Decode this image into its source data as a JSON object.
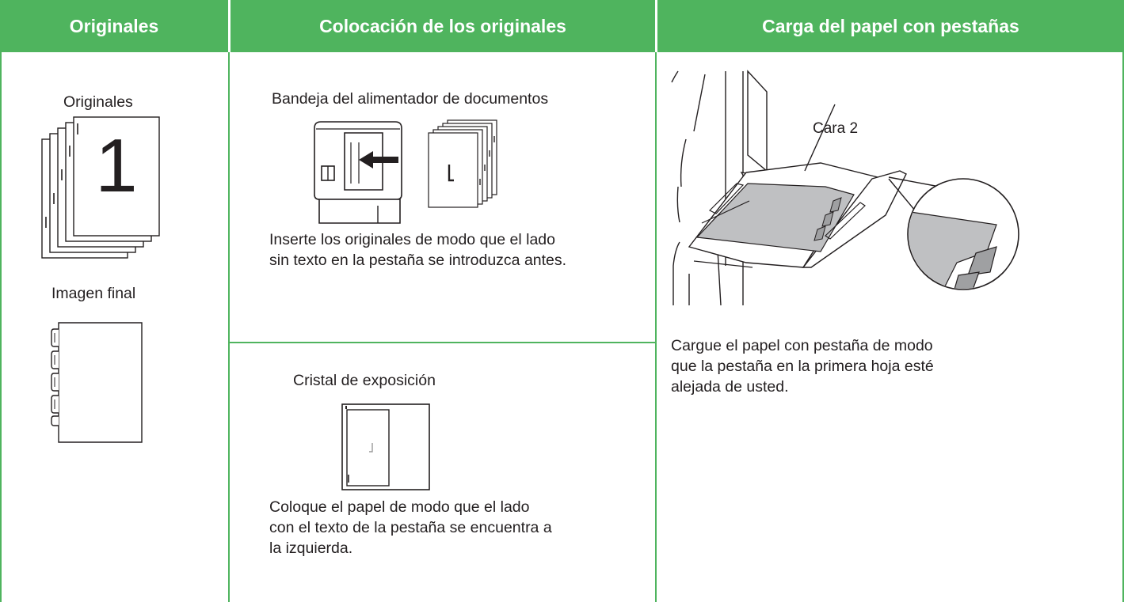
{
  "headers": {
    "col1": "Originales",
    "col2": "Colocación de los originales",
    "col3": "Carga del papel con pestañas"
  },
  "col1": {
    "originals_label": "Originales",
    "page_number": "1",
    "final_label": "Imagen final"
  },
  "col2": {
    "feeder_title": "Bandeja del alimentador de documentos",
    "feeder_text_line1": "Inserte los originales de modo que el lado",
    "feeder_text_line2": "sin texto en la pestaña se introduzca antes.",
    "glass_title": "Cristal de exposición",
    "glass_text_line1": "Coloque el papel de modo que el lado",
    "glass_text_line2": "con el texto de la pestaña se encuentra a",
    "glass_text_line3": "la izquierda."
  },
  "col3": {
    "side_label": "Cara 2",
    "text_line1": "Cargue el papel con pestaña de modo",
    "text_line2": "que la pestaña en la primera hoja esté",
    "text_line3": "alejada de usted."
  },
  "colors": {
    "accent": "#4fb45e",
    "header_text": "#ffffff",
    "body_text": "#231f20"
  }
}
